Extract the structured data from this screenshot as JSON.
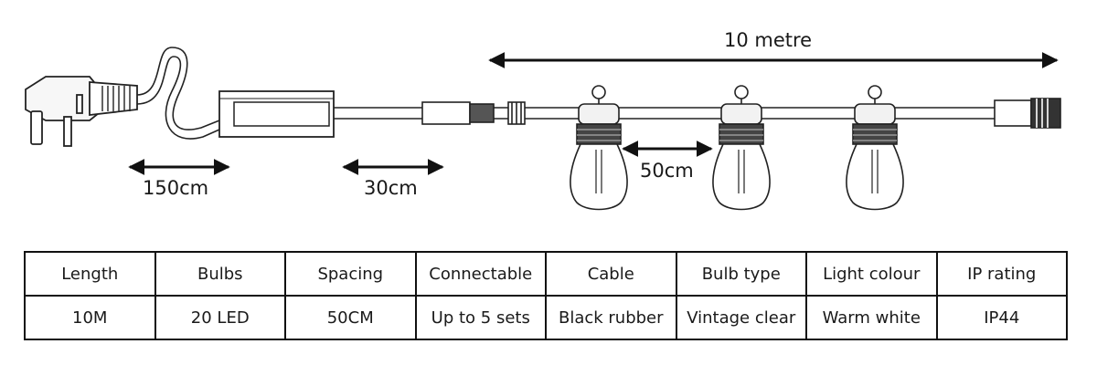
{
  "dimensions": {
    "total_length": "10 metre",
    "lead_cable": "150cm",
    "transformer_cable": "30cm",
    "bulb_spacing": "50cm"
  },
  "table": {
    "headers": [
      "Length",
      "Bulbs",
      "Spacing",
      "Connectable",
      "Cable",
      "Bulb type",
      "Light colour",
      "IP rating"
    ],
    "values": [
      "10M",
      "20 LED",
      "50CM",
      "Up to 5 sets",
      "Black rubber",
      "Vintage clear",
      "Warm white",
      "IP44"
    ]
  }
}
